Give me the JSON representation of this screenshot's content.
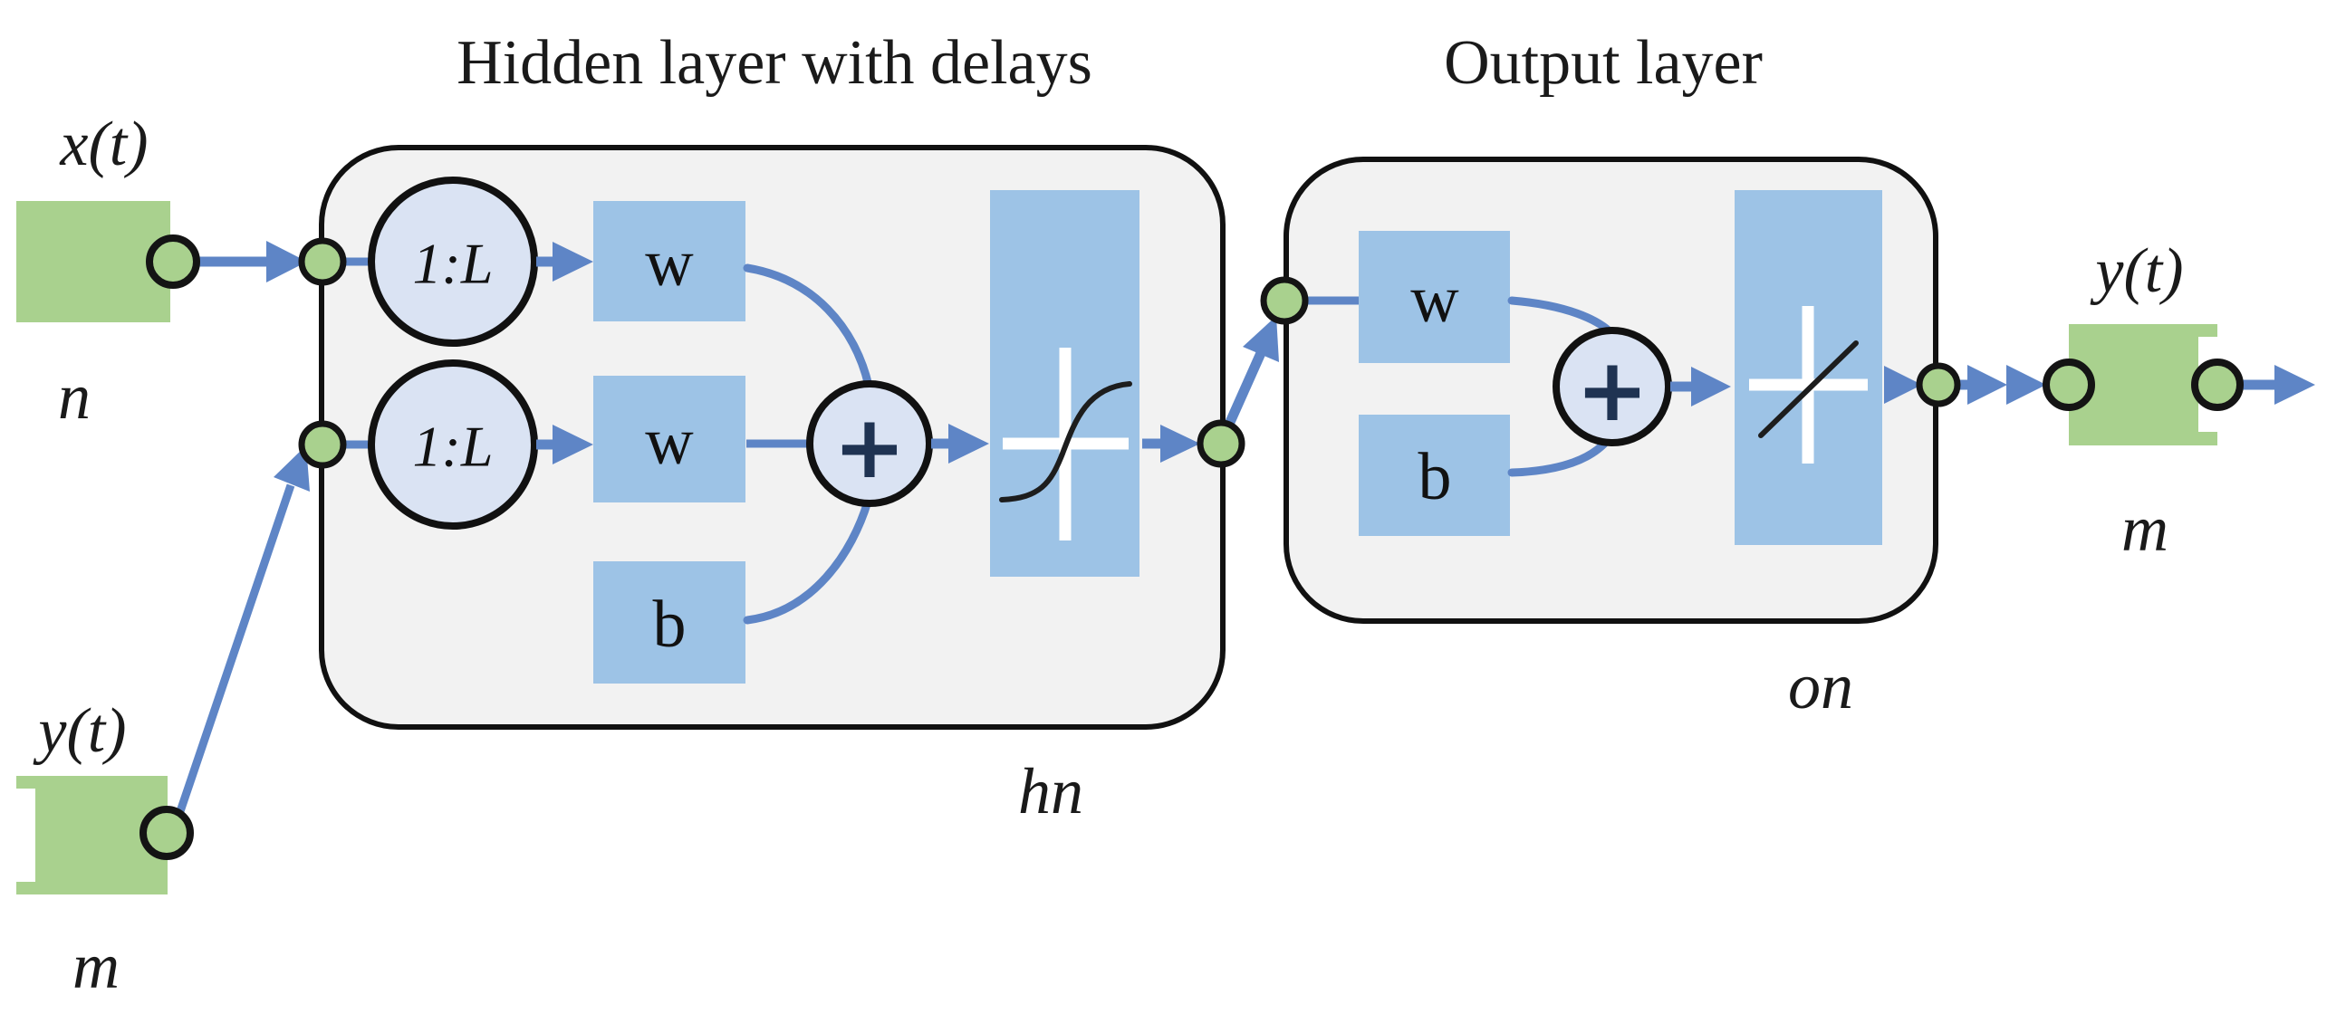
{
  "titles": {
    "hidden_layer": "Hidden layer with delays",
    "output_layer": "Output layer"
  },
  "input_x": {
    "signal": "x(t)",
    "dimension": "n"
  },
  "feedback_y": {
    "signal": "y(t)",
    "dimension": "m"
  },
  "network_output": {
    "signal": "y(t)",
    "dimension": "m"
  },
  "hidden_layer": {
    "name": "hn",
    "delay_top": "1:L",
    "delay_bottom": "1:L",
    "weight_top": "w",
    "weight_bottom": "w",
    "bias": "b",
    "sum": "+"
  },
  "output_layer": {
    "name": "on",
    "weight": "w",
    "bias": "b",
    "sum": "+"
  },
  "colors": {
    "input_green": "#a9d18e",
    "panel_gray": "#f2f2f2",
    "weight_blue": "#9dc3e6",
    "circle_blue": "#dae3f3",
    "arrow_blue": "#5e85c6",
    "plus_navy": "#1f3352",
    "outline_black": "#111111"
  }
}
